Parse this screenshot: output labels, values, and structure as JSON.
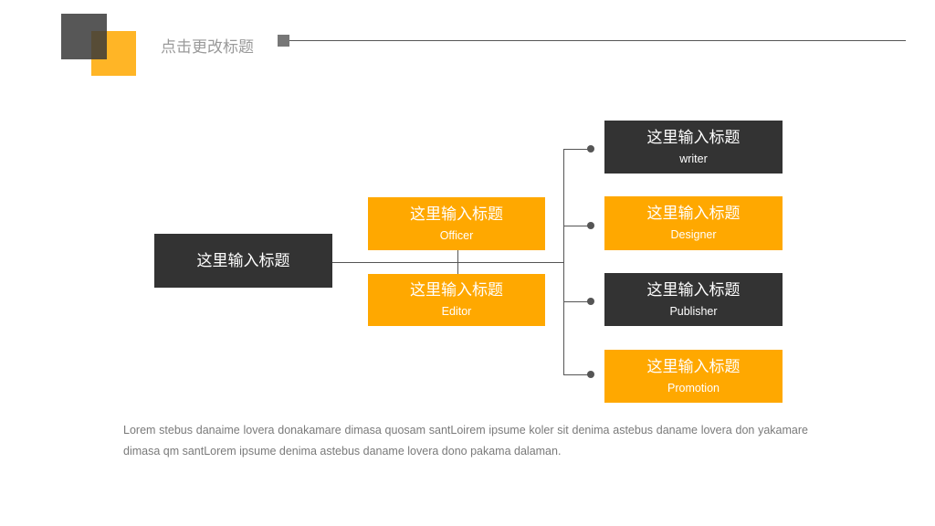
{
  "header": {
    "title": "点击更改标题"
  },
  "diagram": {
    "root": {
      "title": "这里输入标题"
    },
    "middle": [
      {
        "title": "这里输入标题",
        "subtitle": "Officer"
      },
      {
        "title": "这里输入标题",
        "subtitle": "Editor"
      }
    ],
    "right": [
      {
        "title": "这里输入标题",
        "subtitle": "writer"
      },
      {
        "title": "这里输入标题",
        "subtitle": "Designer"
      },
      {
        "title": "这里输入标题",
        "subtitle": "Publisher"
      },
      {
        "title": "这里输入标题",
        "subtitle": "Promotion"
      }
    ]
  },
  "description": "Lorem stebus danaime lovera donakamare dimasa quosam santLoirem ipsume koler sit denima astebus daname lovera don yakamare dimasa qm santLorem ipsume denima astebus daname lovera dono pakama dalaman.",
  "colors": {
    "accent": "#FFA800",
    "dark": "#333333",
    "line": "#555555"
  }
}
